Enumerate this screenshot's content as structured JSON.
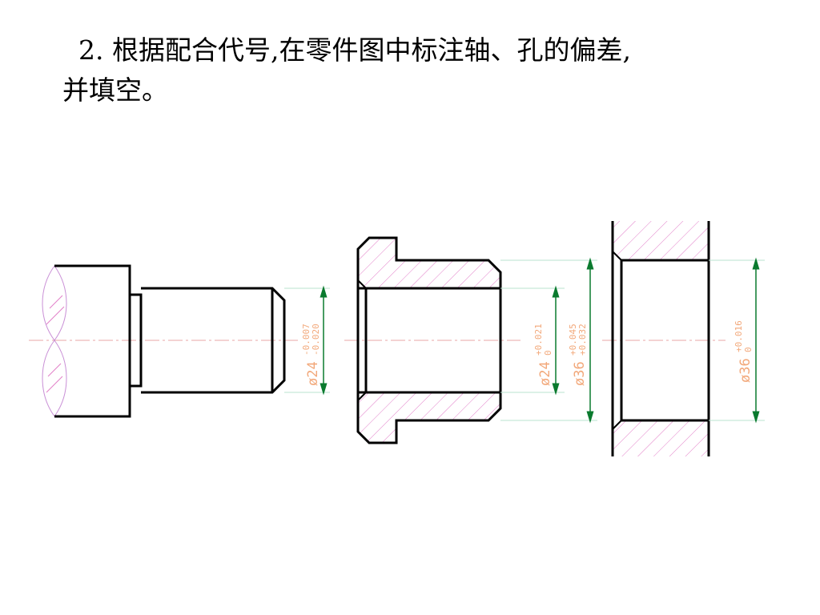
{
  "title": {
    "line1": "2. 根据配合代号,在零件图中标注轴、孔的偏差,",
    "line2": "并填空。"
  },
  "dimensions": {
    "shaft": {
      "diameter": "ø24",
      "upper": "-0.007",
      "lower": "-0.020"
    },
    "bush_inner": {
      "diameter": "ø24",
      "upper": "+0.021",
      "lower": "0"
    },
    "bush_outer": {
      "diameter": "ø36",
      "upper": "+0.045",
      "lower": "+0.032"
    },
    "hole": {
      "diameter": "ø36",
      "upper": "+0.016",
      "lower": "0"
    }
  },
  "colors": {
    "outline": "#000000",
    "hatch": "#e27fc9",
    "centerline": "#e9a7a7",
    "arrow": "#0a7a2e",
    "extension": "#b9e3cf",
    "dimension_text": "#f2a87a"
  }
}
